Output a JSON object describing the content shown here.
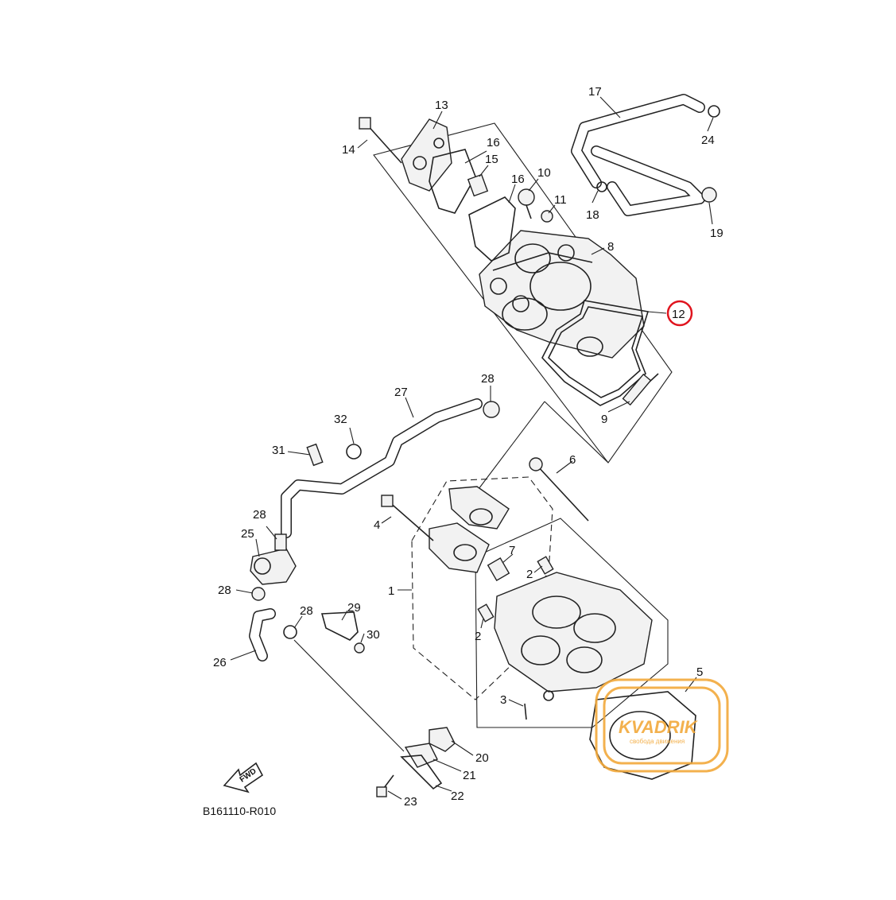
{
  "diagram_code": "B161110-R010",
  "fwd_label": "FWD",
  "highlighted_part": "12",
  "watermark": {
    "brand": "KVADRIK",
    "tagline": "свобода движения",
    "color": "#f2a93b"
  },
  "highlight_color": "#e0141e",
  "parts": {
    "p1": "1",
    "p2a": "2",
    "p2b": "2",
    "p3": "3",
    "p4": "4",
    "p5": "5",
    "p6": "6",
    "p7": "7",
    "p8": "8",
    "p9": "9",
    "p10": "10",
    "p11": "11",
    "p12": "12",
    "p13": "13",
    "p14": "14",
    "p15": "15",
    "p16a": "16",
    "p16b": "16",
    "p17": "17",
    "p18": "18",
    "p19": "19",
    "p20": "20",
    "p21": "21",
    "p22": "22",
    "p23": "23",
    "p24": "24",
    "p25": "25",
    "p26": "26",
    "p27": "27",
    "p28a": "28",
    "p28b": "28",
    "p28c": "28",
    "p28d": "28",
    "p29": "29",
    "p30": "30",
    "p31": "31",
    "p32": "32"
  }
}
